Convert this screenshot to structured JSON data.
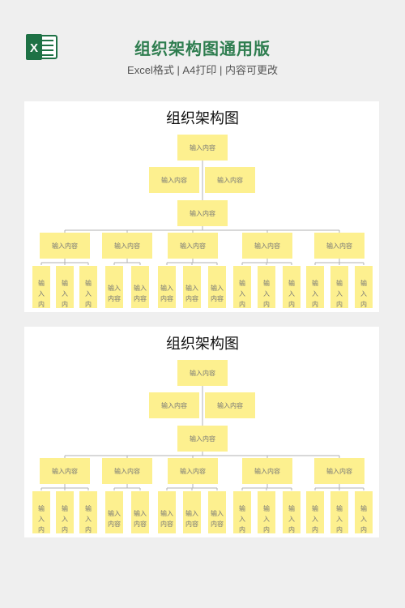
{
  "header": {
    "title": "组织架构图通用版",
    "subtitle": "Excel格式 | A4打印 | 内容可更改",
    "logo_letter": "X",
    "logo_color": "#1e7145"
  },
  "charts": [
    {
      "title": "组织架构图",
      "top_box": "输入内容",
      "assistants": [
        "输入内容",
        "输入内容"
      ],
      "middle_box": "输入内容",
      "departments": [
        {
          "label": "输入内容",
          "children": [
            "输入内容",
            "输入内容",
            "输入内容"
          ]
        },
        {
          "label": "输入内容",
          "children": [
            "输入内容",
            "输入内容"
          ]
        },
        {
          "label": "输入内容",
          "children": [
            "输入内容",
            "输入内容",
            "输入内容"
          ]
        },
        {
          "label": "输入内容",
          "children": [
            "输入内容",
            "输入内容",
            "输入内容"
          ]
        },
        {
          "label": "输入内容",
          "children": [
            "输入内容",
            "输入内容",
            "输入内容"
          ]
        }
      ]
    },
    {
      "title": "组织架构图",
      "top_box": "输入内容",
      "assistants": [
        "输入内容",
        "输入内容"
      ],
      "middle_box": "输入内容",
      "departments": [
        {
          "label": "输入内容",
          "children": [
            "输入内容",
            "输入内容",
            "输入内容"
          ]
        },
        {
          "label": "输入内容",
          "children": [
            "输入内容",
            "输入内容"
          ]
        },
        {
          "label": "输入内容",
          "children": [
            "输入内容",
            "输入内容",
            "输入内容"
          ]
        },
        {
          "label": "输入内容",
          "children": [
            "输入内容",
            "输入内容",
            "输入内容"
          ]
        },
        {
          "label": "输入内容",
          "children": [
            "输入内容",
            "输入内容",
            "输入内容"
          ]
        }
      ]
    }
  ],
  "colors": {
    "box_fill": "#fdf08f",
    "line": "#b0b0b0",
    "text": "#777777"
  }
}
